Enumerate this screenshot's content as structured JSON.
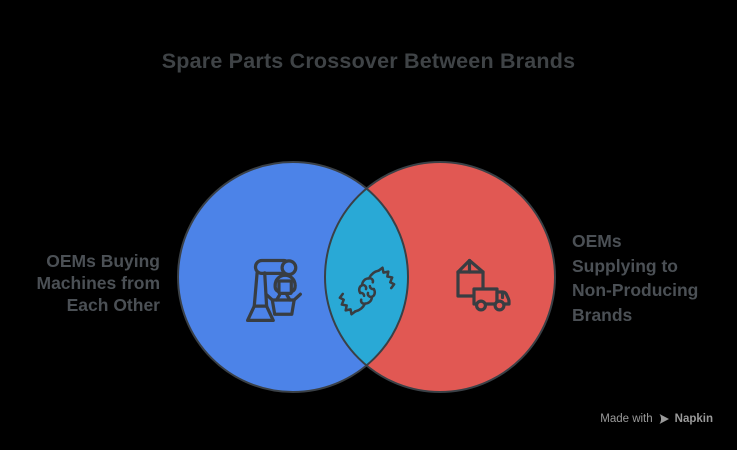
{
  "title": "Spare Parts Crossover Between Brands",
  "venn": {
    "left_label": "OEMs Buying\nMachines from\nEach Other",
    "right_label": "OEMs\nSupplying to\nNon-Producing\nBrands"
  },
  "icons": {
    "left": "robot-arm-icon",
    "center": "handshake-icon",
    "right": "delivery-truck-icon"
  },
  "colors": {
    "background": "#000000",
    "left_circle": "#4C83E8",
    "right_circle": "#E15853",
    "overlap": "#29A9D6",
    "circle_outline": "#3A4046",
    "icon_stroke": "#383D42",
    "title_text": "#3F4346",
    "label_text": "#4B5055",
    "watermark_text": "#9A9A9A"
  },
  "watermark": {
    "prefix": "Made with",
    "brand": "Napkin"
  }
}
